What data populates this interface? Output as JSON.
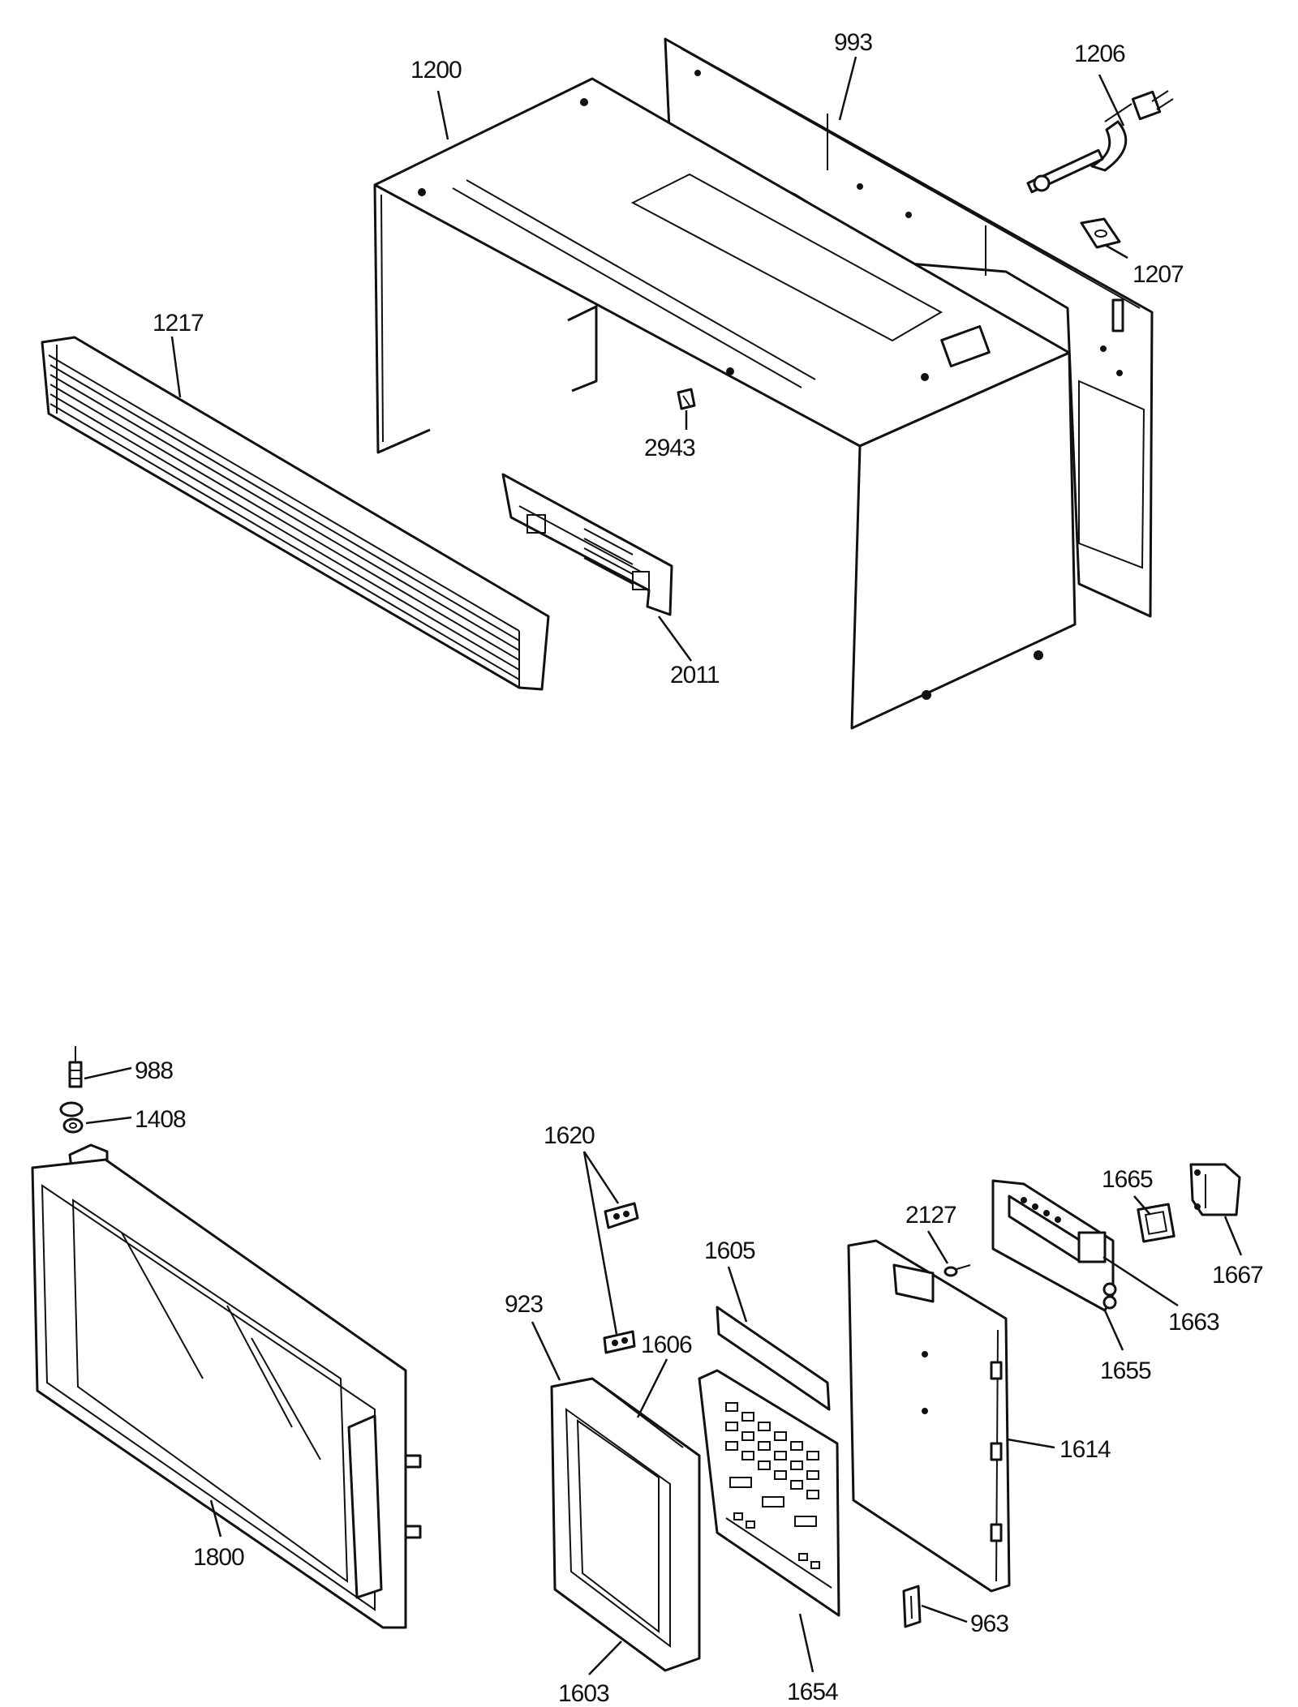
{
  "labels": {
    "p993": "993",
    "p1200": "1200",
    "p1206": "1206",
    "p1207": "1207",
    "p1217": "1217",
    "p2943": "2943",
    "p2011": "2011",
    "p988": "988",
    "p1408": "1408",
    "p1800": "1800",
    "p1620": "1620",
    "p923": "923",
    "p1606": "1606",
    "p1603": "1603",
    "p1605": "1605",
    "p1654": "1654",
    "p2127": "2127",
    "p1614": "1614",
    "p963": "963",
    "p1665": "1665",
    "p1667": "1667",
    "p1663": "1663",
    "p1655": "1655"
  }
}
